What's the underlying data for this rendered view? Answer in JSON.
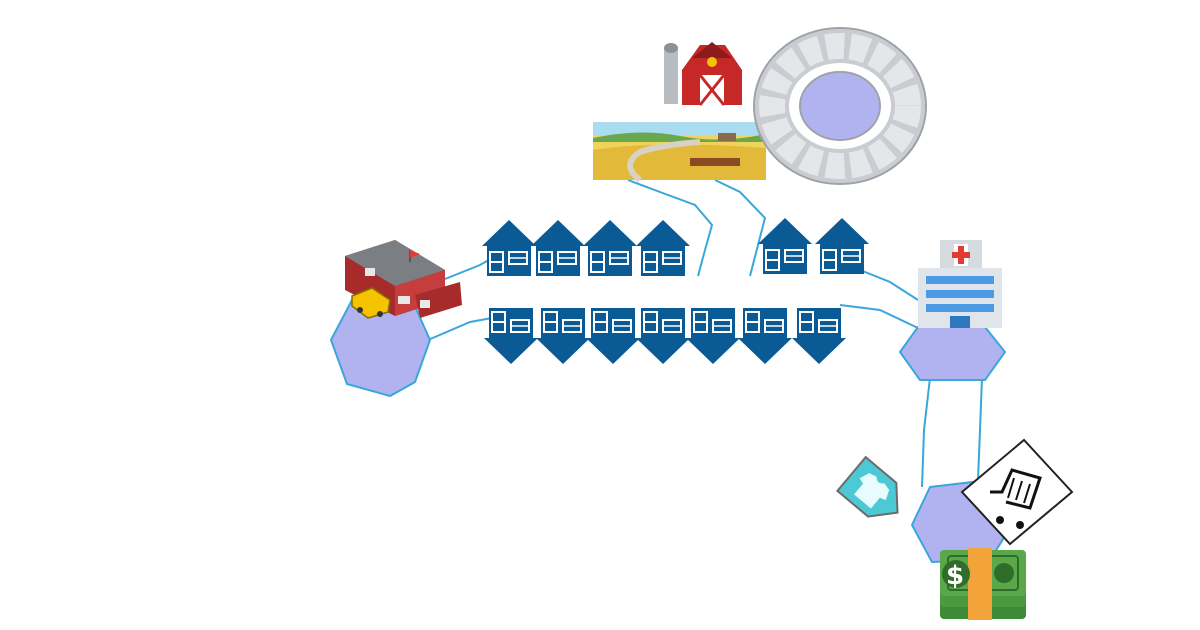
{
  "scene": {
    "background": "#ffffff",
    "colors": {
      "hex_fill": "#b1b3f1",
      "road_line": "#3aa7dc",
      "house_fill": "#0a5a96",
      "house_window": "#ffffff",
      "school_red": "#a82b2b",
      "bus_yellow": "#f5c400",
      "hospital_blue": "#4a9be4",
      "hospital_cross": "#e53935",
      "stone_gray": "#d5d8dc",
      "money_green": "#5aa84a",
      "money_band": "#f2a33a",
      "tag_teal": "#4dc9d6"
    },
    "icons": [
      "barn-icon",
      "farmland-icon",
      "stone-ring-icon",
      "school-icon",
      "school-bus-icon",
      "hospital-icon",
      "shirt-tag-icon",
      "shopping-cart-icon",
      "money-stack-icon",
      "house-row-icon"
    ],
    "house_rows": [
      {
        "name": "house-row-top-left",
        "count": 4,
        "flipped": false
      },
      {
        "name": "house-row-top-right",
        "count": 2,
        "flipped": false
      },
      {
        "name": "house-row-bottom",
        "count": 7,
        "flipped": true
      }
    ],
    "money_symbol": "$"
  }
}
